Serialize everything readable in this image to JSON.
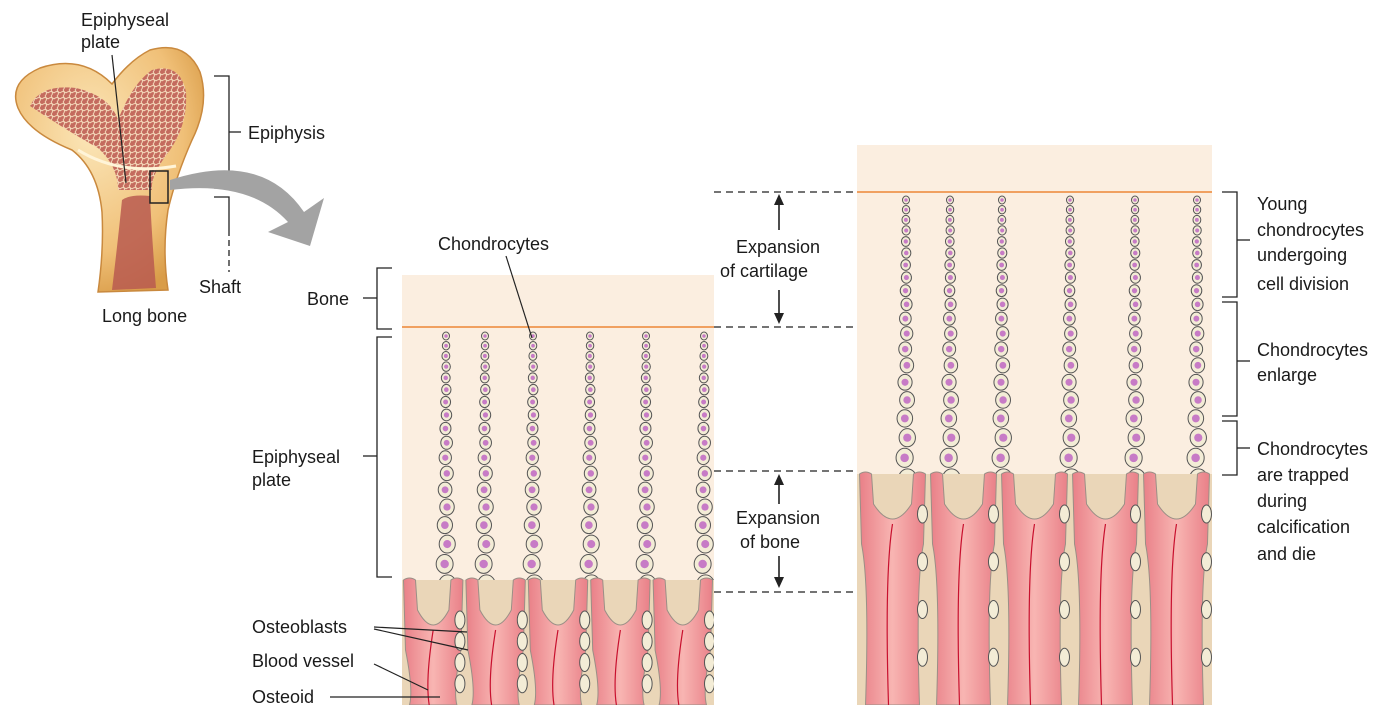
{
  "labels": {
    "epiphyseal_plate_top": [
      "Epiphyseal",
      "plate"
    ],
    "epiphysis": "Epiphysis",
    "shaft": "Shaft",
    "long_bone": "Long bone",
    "bone": "Bone",
    "chondrocytes": "Chondrocytes",
    "epiphyseal_plate_left": [
      "Epiphyseal",
      "plate"
    ],
    "osteoblasts": "Osteoblasts",
    "blood_vessel": "Blood vessel",
    "osteoid": "Osteoid",
    "expansion_cartilage": [
      "Expansion",
      "of cartilage"
    ],
    "expansion_bone": [
      "Expansion",
      "of bone"
    ],
    "young_chondrocytes": [
      "Young",
      "chondrocytes",
      "undergoing",
      "cell division"
    ],
    "chondrocytes_enlarge": [
      "Chondrocytes",
      "enlarge"
    ],
    "chondrocytes_trapped": [
      "Chondrocytes",
      "are trapped",
      "during",
      "calcification",
      "and die"
    ]
  },
  "colors": {
    "cartilage": "#fbeee0",
    "bone_tissue": "#f2a5a5",
    "bone_dark": "#e57a80",
    "osteoid": "#ead6b8",
    "cell_fill": "#f3ecd6",
    "nucleus": "#c77bc6",
    "orange_line": "#f0a060",
    "red_vessel": "#c8102e",
    "femur": "#f3c98a",
    "spongy": "#a0443a",
    "arrow_gray": "#9a9a9a"
  }
}
